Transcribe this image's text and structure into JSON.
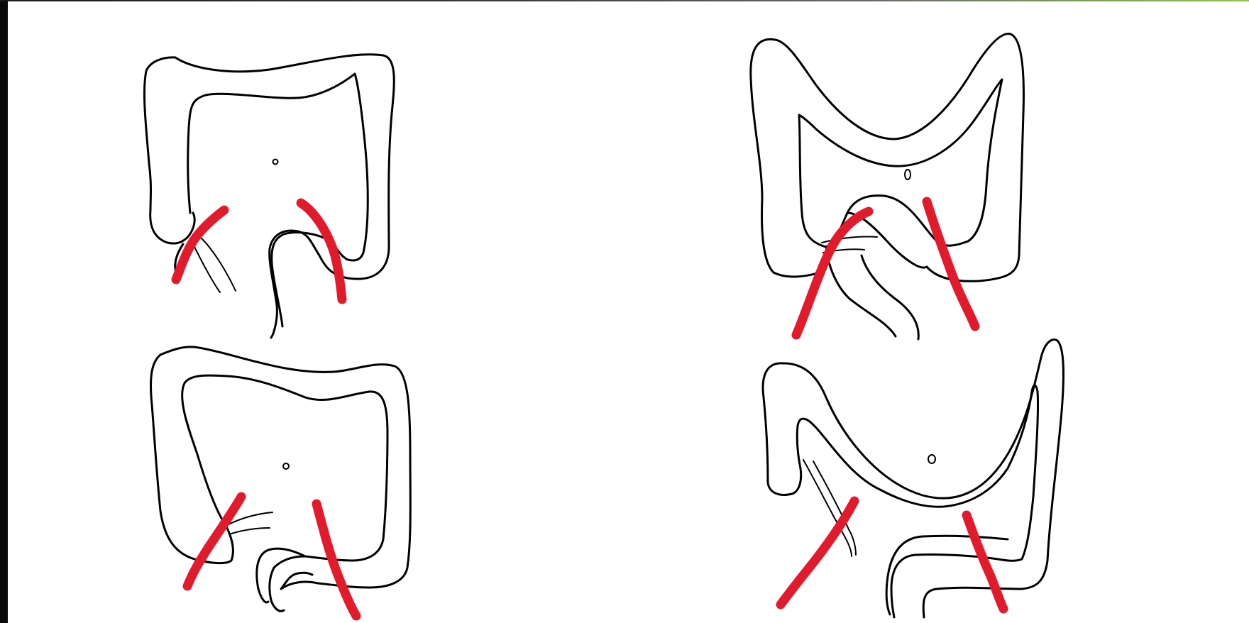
{
  "colors": {
    "background": "#ffffff",
    "frame": "#000000",
    "outline": "#000000",
    "resection_line": "#e21b2c"
  },
  "panels": [
    {
      "id": "top-left",
      "outline_shape": "colon-box",
      "resection_lines": 2,
      "center_mark": "dot"
    },
    {
      "id": "top-right",
      "outline_shape": "colon-m",
      "resection_lines": 2,
      "center_mark": "dot"
    },
    {
      "id": "bottom-left",
      "outline_shape": "colon-box",
      "resection_lines": 2,
      "center_mark": "dot"
    },
    {
      "id": "bottom-right",
      "outline_shape": "colon-u",
      "resection_lines": 2,
      "center_mark": "dot"
    }
  ]
}
